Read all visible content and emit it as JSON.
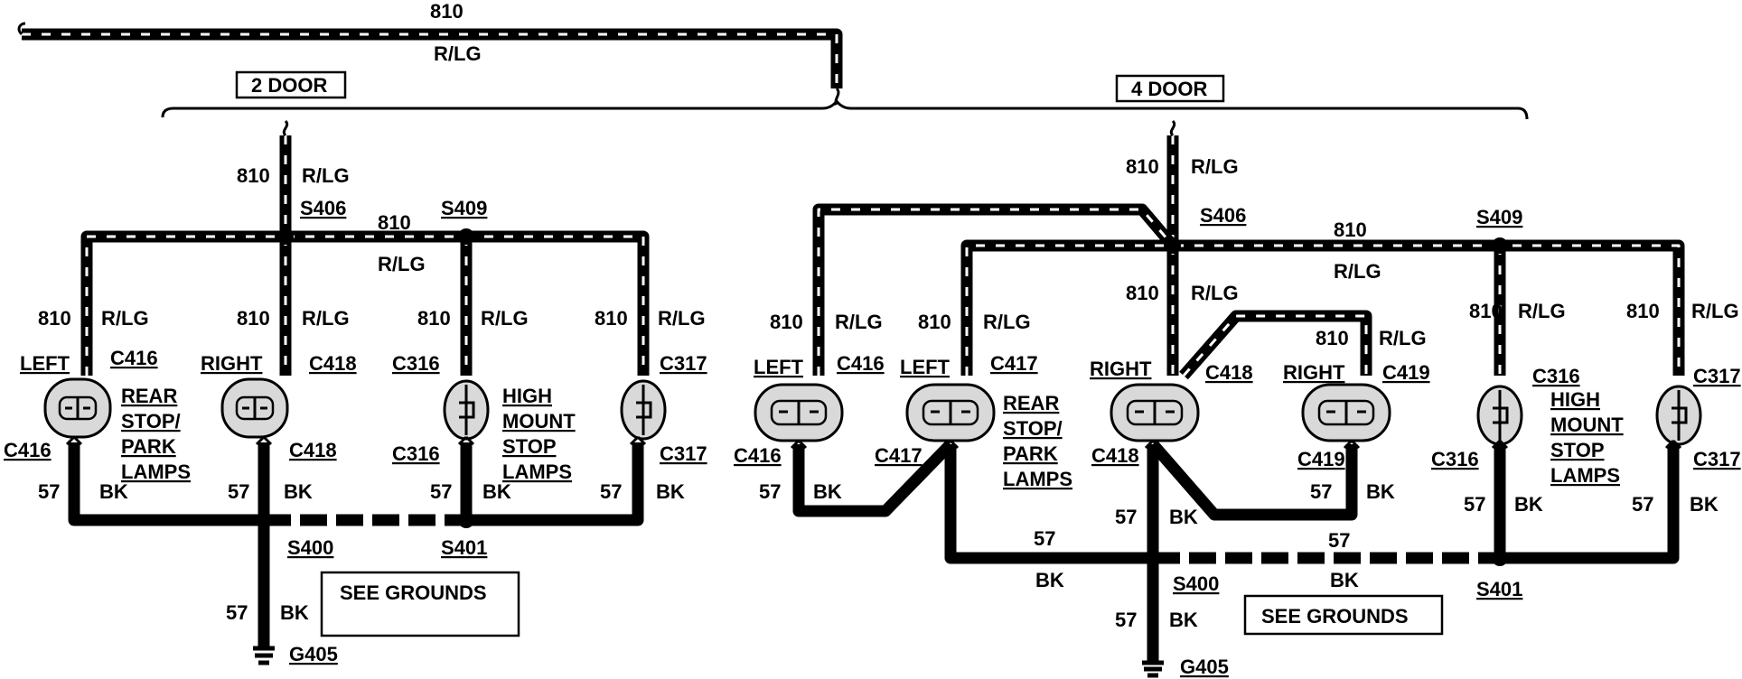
{
  "feed": {
    "circuit": "810",
    "color": "R/LG"
  },
  "two_door": {
    "title": "2 DOOR",
    "feed_labels": {
      "circuit": "810",
      "color": "R/LG"
    },
    "splices": {
      "top_left": "S406",
      "top_right": "S409",
      "bottom_left": "S400",
      "bottom_right": "S401"
    },
    "mid_labels": {
      "circuit": "810",
      "color": "R/LG"
    },
    "branches": [
      {
        "circuit": "810",
        "color": "R/LG",
        "side": "LEFT",
        "conn_top": "C416",
        "conn_bottom": "C416",
        "gnd_circuit": "57",
        "gnd_color": "BK"
      },
      {
        "circuit": "810",
        "color": "R/LG",
        "side": "RIGHT",
        "conn_top": "C418",
        "conn_bottom": "C418",
        "gnd_circuit": "57",
        "gnd_color": "BK"
      },
      {
        "circuit": "810",
        "color": "R/LG",
        "side": "",
        "conn_top": "C316",
        "conn_bottom": "C316",
        "gnd_circuit": "57",
        "gnd_color": "BK"
      },
      {
        "circuit": "810",
        "color": "R/LG",
        "side": "",
        "conn_top": "C317",
        "conn_bottom": "C317",
        "gnd_circuit": "57",
        "gnd_color": "BK"
      }
    ],
    "rear_lamps": [
      "REAR",
      "STOP/",
      "PARK",
      "LAMPS"
    ],
    "high_lamps": [
      "HIGH",
      "MOUNT",
      "STOP",
      "LAMPS"
    ],
    "ground_drop": {
      "circuit": "57",
      "color": "BK",
      "ground": "G405"
    },
    "see_grounds": "SEE GROUNDS"
  },
  "four_door": {
    "title": "4 DOOR",
    "feed_labels": {
      "circuit": "810",
      "color": "R/LG"
    },
    "splices": {
      "top_left": "S406",
      "top_right": "S409",
      "bottom_left": "S400",
      "bottom_right": "S401"
    },
    "mid_labels": {
      "circuit": "810",
      "color": "R/LG"
    },
    "branches": [
      {
        "circuit": "810",
        "color": "R/LG",
        "side": "LEFT",
        "conn_top": "C416",
        "conn_bottom": "C416"
      },
      {
        "circuit": "810",
        "color": "R/LG",
        "side": "LEFT",
        "conn_top": "C417",
        "conn_bottom": "C417"
      },
      {
        "circuit": "810",
        "color": "R/LG",
        "side": "RIGHT",
        "conn_top": "C418",
        "conn_bottom": "C418"
      },
      {
        "circuit": "810",
        "color": "R/LG",
        "side": "RIGHT",
        "conn_top": "C419",
        "conn_bottom": "C419"
      },
      {
        "circuit": "810",
        "color": "R/LG",
        "side": "",
        "conn_top": "C316",
        "conn_bottom": "C316"
      },
      {
        "circuit": "810",
        "color": "R/LG",
        "side": "",
        "conn_top": "C317",
        "conn_bottom": "C317"
      }
    ],
    "gnd_labels": {
      "left_circuit": "57",
      "left_color": "BK",
      "c419_circuit": "57",
      "c419_color": "BK",
      "s400_circuit": "57",
      "s400_color": "BK",
      "mid_circuit": "57",
      "mid_color": "BK",
      "right_circuit": "57",
      "right_color": "BK",
      "c316_circuit": "57",
      "c316_color": "BK",
      "c317_circuit": "57",
      "c317_color": "BK",
      "bus_left_circuit": "57",
      "bus_left_color": "BK"
    },
    "rear_lamps": [
      "REAR",
      "STOP/",
      "PARK",
      "LAMPS"
    ],
    "high_lamps": [
      "HIGH",
      "MOUNT",
      "STOP",
      "LAMPS"
    ],
    "ground_drop": {
      "circuit": "57",
      "color": "BK",
      "ground": "G405"
    },
    "see_grounds": "SEE GROUNDS"
  }
}
